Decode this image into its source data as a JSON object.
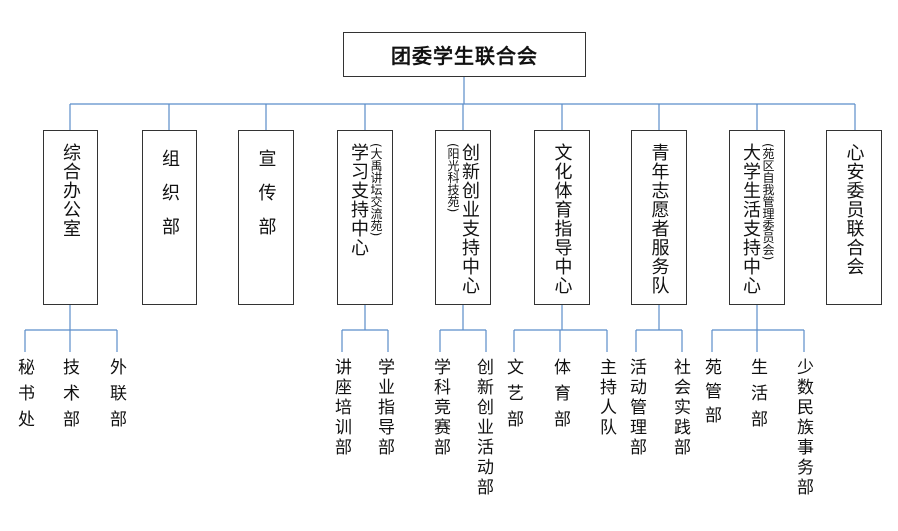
{
  "root": "团委学生联合会",
  "departments": [
    {
      "name": "综合办公室",
      "children": [
        "秘书处",
        "技术部",
        "外联部"
      ]
    },
    {
      "name": "组织部",
      "children": []
    },
    {
      "name": "宣传部",
      "children": []
    },
    {
      "name": "学习支持中心",
      "sub": "(大禹讲坛交流苑)",
      "children": [
        "讲座培训部",
        "学业指导部"
      ]
    },
    {
      "name": "创新创业支持中心",
      "sub": "(阳光科技苑)",
      "children": [
        "学科竞赛部",
        "创新创业活动部"
      ]
    },
    {
      "name": "文化体育指导中心",
      "children": [
        "文艺部",
        "体育部",
        "主持人队"
      ]
    },
    {
      "name": "青年志愿者服务队",
      "children": [
        "活动管理部",
        "社会实践部"
      ]
    },
    {
      "name": "大学生活支持中心",
      "sub": "(苑区自我管理委员会)",
      "children": [
        "苑管部",
        "生活部",
        "少数民族事务部"
      ]
    },
    {
      "name": "心安委员联合会",
      "children": []
    }
  ],
  "colors": {
    "line": "#5b8dc9",
    "border": "#333333"
  }
}
